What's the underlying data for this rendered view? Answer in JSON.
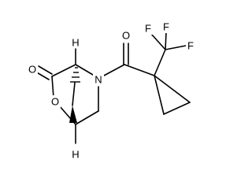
{
  "molecule": {
    "atoms": {
      "carbonyl_oxygen_lactone": "O",
      "ring_oxygen": "O",
      "nitrogen": "N",
      "hydrogen_top": "H",
      "hydrogen_bottom": "H",
      "amide_oxygen": "O",
      "fluorine_left": "F",
      "fluorine_right": "F",
      "fluorine_center": "F"
    }
  }
}
